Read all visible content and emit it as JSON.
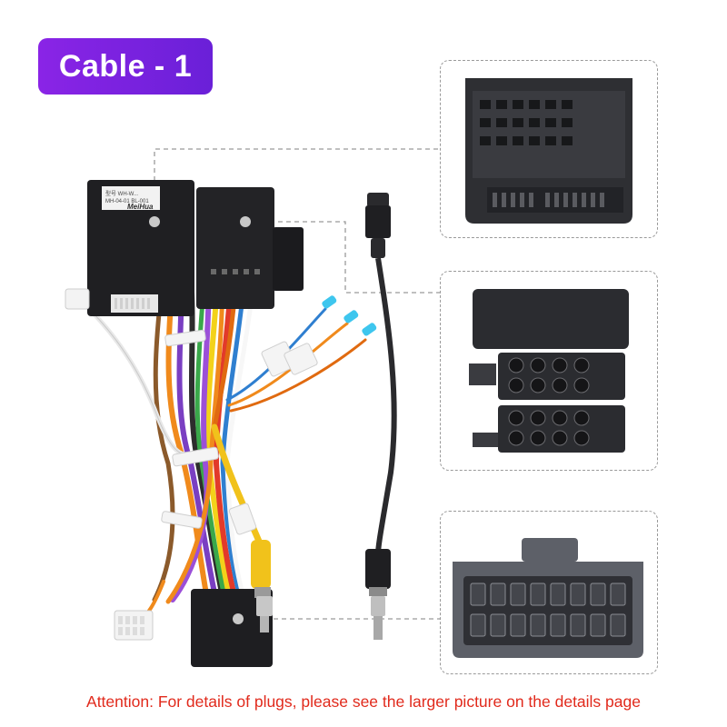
{
  "badge": {
    "label": "Cable - 1"
  },
  "footer": {
    "attention": "Attention: For details of plugs, please see the larger picture on the details page"
  },
  "colors": {
    "badge_gradient_start": "#8a24e6",
    "badge_gradient_end": "#6a20d8",
    "attention_text": "#e12a1c",
    "connector_black": "#1f1f22",
    "connector_gray": "#5d6068",
    "rca_yellow": "#f1c21b"
  },
  "product_label": {
    "brand": "MeiHua"
  }
}
